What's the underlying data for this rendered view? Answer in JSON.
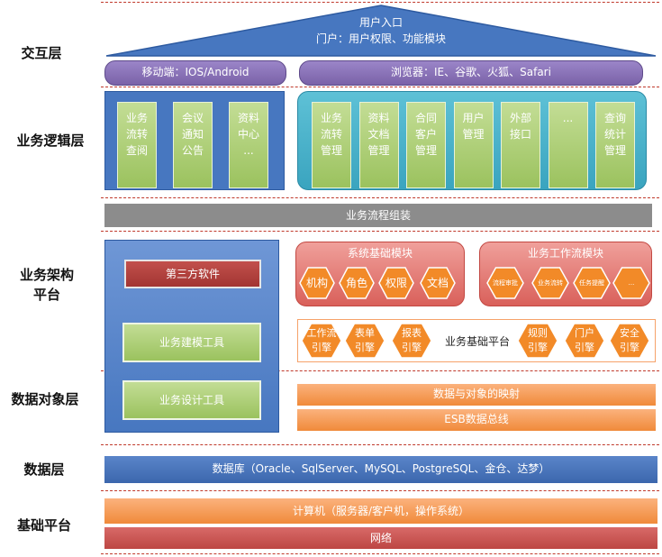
{
  "layers": {
    "interaction": "交互层",
    "business_logic": "业务逻辑层",
    "business_framework": "业务架构\n平台",
    "data_object": "数据对象层",
    "data": "数据层",
    "infrastructure": "基础平台"
  },
  "portal": {
    "title": "用户入口",
    "subtitle": "门户：用户权限、功能模块",
    "mobile": "移动端：IOS/Android",
    "browser": "浏览器：IE、谷歌、火狐、Safari"
  },
  "logic": {
    "left_cards": [
      "业务\n流转\n查阅",
      "会议\n通知\n公告",
      "资料\n中心\n..."
    ],
    "right_cards": [
      "业务\n流转\n管理",
      "资料\n文档\n管理",
      "合同\n客户\n管理",
      "用户\n管理",
      "外部\n接口",
      "...",
      "查询\n统计\n管理"
    ]
  },
  "process_assembly": "业务流程组装",
  "framework": {
    "third_party": "第三方软件",
    "modeling_tool": "业务建模工具",
    "design_tool": "业务设计工具",
    "system_base": {
      "title": "系统基础模块",
      "items": [
        "机构",
        "角色",
        "权限",
        "文档"
      ]
    },
    "workflow": {
      "title": "业务工作流模块",
      "items": [
        "流程审批",
        "业务流转",
        "任务提醒",
        "..."
      ]
    },
    "base_platform": {
      "label": "业务基础平台",
      "left": [
        "工作流\n引擎",
        "表单\n引擎",
        "报表\n引擎"
      ],
      "right": [
        "规则\n引擎",
        "门户\n引擎",
        "安全\n引擎"
      ]
    }
  },
  "data_object": {
    "mapping": "数据与对象的映射",
    "esb": "ESB数据总线"
  },
  "database": "数据库（Oracle、SqlServer、MySQL、PostgreSQL、金仓、达梦）",
  "infrastructure": {
    "computer": "计算机（服务器/客户机，操作系统）",
    "network": "网络"
  },
  "colors": {
    "blue": "#4777c0",
    "teal": "#3aa4bf",
    "green": "#9bc25e",
    "salmon": "#d9605a",
    "orange": "#f08a3a",
    "red": "#a23532",
    "gray": "#8c8c8c"
  }
}
